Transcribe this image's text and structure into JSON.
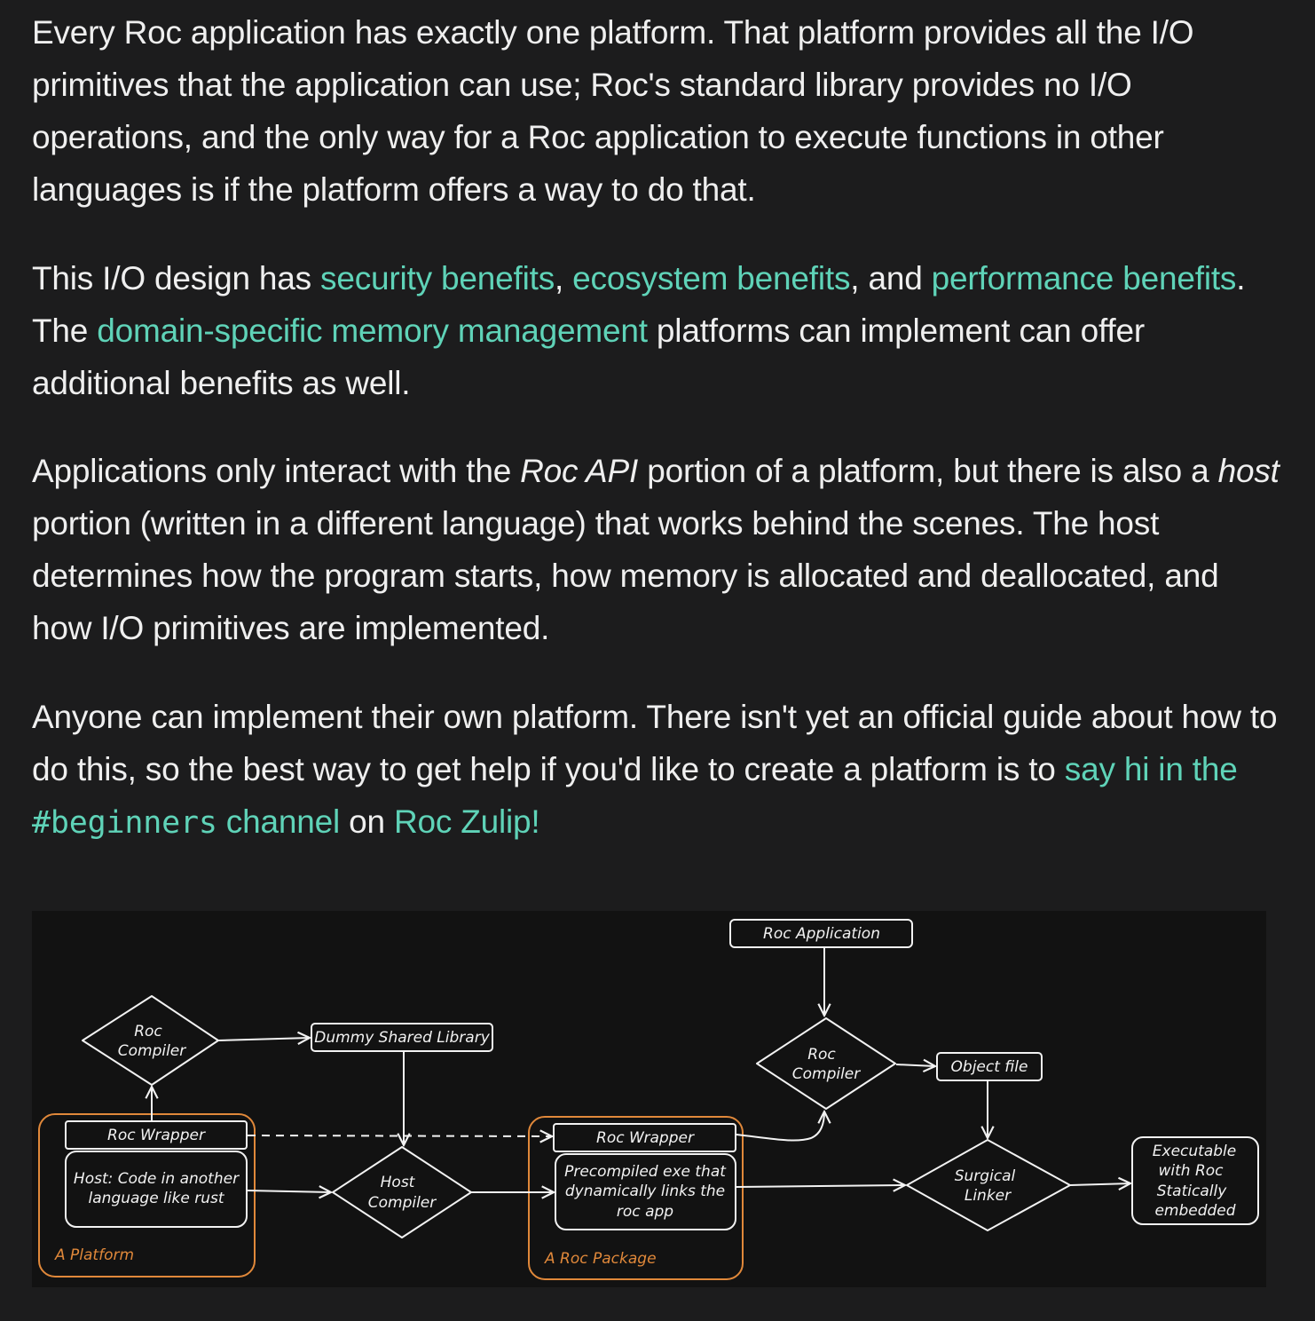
{
  "paragraphs": {
    "p1": "Every Roc application has exactly one platform. That platform provides all the I/O primitives that the application can use; Roc's standard library provides no I/O operations, and the only way for a Roc application to execute functions in other languages is if the platform offers a way to do that.",
    "p2": {
      "t1": "This I/O design has ",
      "link_security": "security benefits",
      "t2": ", ",
      "link_ecosystem": "ecosystem benefits",
      "t3": ", and ",
      "link_performance": "performance benefits",
      "t4": ". The ",
      "link_memory": "domain-specific memory management",
      "t5": " platforms can implement can offer additional benefits as well."
    },
    "p3": {
      "t1": "Applications only interact with the ",
      "em_roc_api": "Roc API",
      "t2": " portion of a platform, but there is also a ",
      "em_host": "host",
      "t3": " portion (written in a different language) that works behind the scenes. The host determines how the program starts, how memory is allocated and deallocated, and how I/O primitives are implemented."
    },
    "p4": {
      "t1": "Anyone can implement their own platform. There isn't yet an official guide about how to do this, so the best way to get help if you'd like to create a platform is to ",
      "link_say_hi_a": "say hi in the ",
      "link_say_hi_code": "#beginners",
      "link_say_hi_b": " channel",
      "t2": " on ",
      "link_zulip": "Roc Zulip!"
    }
  },
  "diagram": {
    "roc_application": "Roc Application",
    "roc_compiler_left_1": "Roc",
    "roc_compiler_left_2": "Compiler",
    "dummy_shared_library": "Dummy Shared Library",
    "roc_compiler_right_1": "Roc",
    "roc_compiler_right_2": "Compiler",
    "object_file": "Object file",
    "roc_wrapper_left": "Roc Wrapper",
    "host_1": "Host: Code in another",
    "host_2": "language like rust",
    "host_compiler_1": "Host",
    "host_compiler_2": "Compiler",
    "roc_wrapper_right": "Roc Wrapper",
    "precompiled_1": "Precompiled exe that",
    "precompiled_2": "dynamically links the",
    "precompiled_3": "roc app",
    "surgical_linker_1": "Surgical",
    "surgical_linker_2": "Linker",
    "executable_1": "Executable",
    "executable_2": "with Roc",
    "executable_3": "Statically",
    "executable_4": "embedded",
    "platform_label": "A Platform",
    "package_label": "A Roc Package",
    "colors": {
      "line": "#f2f2f2",
      "group_border": "#e0883a",
      "link": "#5fd3b8"
    }
  }
}
